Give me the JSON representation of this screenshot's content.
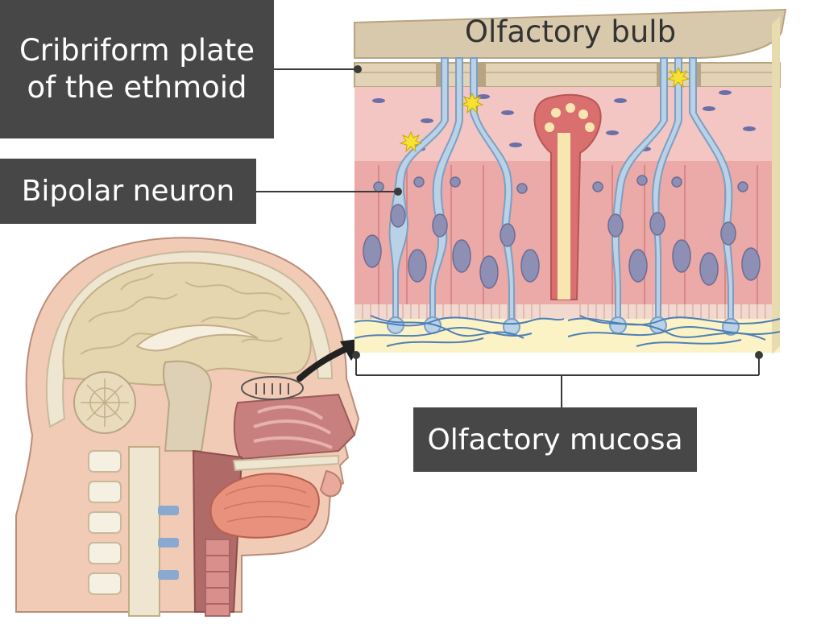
{
  "labels": {
    "cribriform_line1": "Cribriform plate",
    "cribriform_line2": "of the ethmoid",
    "bipolar_neuron": "Bipolar neuron",
    "olfactory_mucosa": "Olfactory mucosa",
    "olfactory_bulb": "Olfactory bulb"
  },
  "colors": {
    "label_bg": "#474747",
    "label_text": "#ffffff",
    "leader_line": "#3a3a3a",
    "bone": "#d9c9ac",
    "lamina_propria": "#f3c6c3",
    "epithelium": "#e9a2a2",
    "neuron": "#b9d2e8",
    "nucleus": "#8d8fb5",
    "mucus": "#fbf3c5",
    "gland": "#d9706f",
    "brain": "#e6d6b0",
    "skin": "#f2cbb6"
  },
  "icons": [
    "arrow-icon",
    "spark-icon"
  ]
}
